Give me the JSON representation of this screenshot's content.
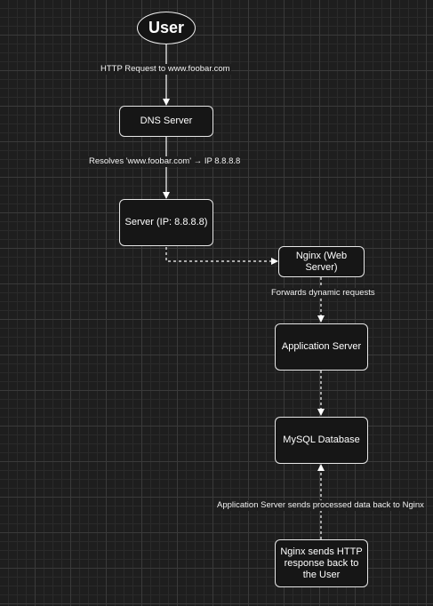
{
  "diagram": {
    "nodes": {
      "user": "User",
      "dns": "DNS Server",
      "server": "Server (IP: 8.8.8.8)",
      "nginx": "Nginx (Web Server)",
      "app": "Application Server",
      "mysql": "MySQL Database",
      "nginx_response": "Nginx sends HTTP response back to the User"
    },
    "edge_labels": {
      "http_request": "HTTP Request to www.foobar.com",
      "resolves": "Resolves 'www.foobar.com' → IP 8.8.8.8",
      "forwards": "Forwards dynamic requests",
      "app_sends": "Application Server sends processed data back to Nginx"
    }
  }
}
